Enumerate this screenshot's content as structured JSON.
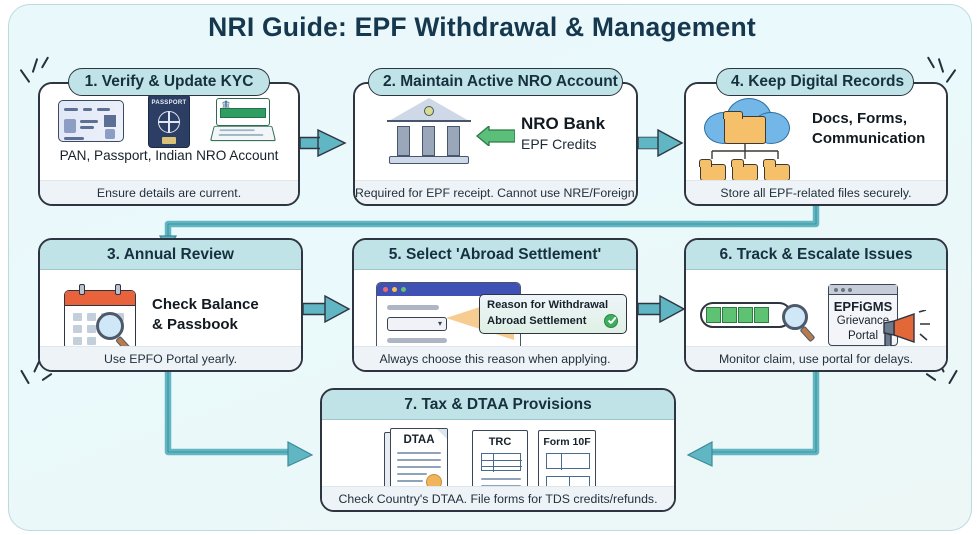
{
  "title": "NRI Guide: EPF Withdrawal & Management",
  "theme": {
    "panel_bg": "#eaf8fb",
    "card_bg": "#ffffff",
    "header_band": "#bfe3e6",
    "arrow": "#61b6c4",
    "title_color": "#16384f",
    "footer_bg": "#eef3f7"
  },
  "cards": {
    "kyc": {
      "title": "1. Verify & Update KYC",
      "caption": "PAN, Passport, Indian NRO Account",
      "footer": "Ensure details are current.",
      "icons": [
        "id-card-icon",
        "passport-icon",
        "passbook-icon"
      ],
      "passport_label": "PASSPORT"
    },
    "nro": {
      "title": "2. Maintain Active NRO Account",
      "headline": "NRO Bank",
      "subline": "EPF Credits",
      "footer": "Required for EPF receipt. Cannot use NRE/Foreign.",
      "icons": [
        "bank-icon",
        "green-arrow-icon"
      ]
    },
    "records": {
      "title": "4. Keep Digital Records",
      "headline_line1": "Docs, Forms,",
      "headline_line2": "Communication",
      "footer": "Store all EPF-related files securely.",
      "icons": [
        "cloud-icon",
        "folder-icon"
      ]
    },
    "review": {
      "title": "3. Annual Review",
      "headline_line1": "Check Balance",
      "headline_line2": "& Passbook",
      "footer": "Use EPFO Portal yearly.",
      "icons": [
        "calendar-icon",
        "magnifier-icon"
      ]
    },
    "abroad": {
      "title": "5. Select 'Abroad Settlement'",
      "callout_label": "Reason for Withdrawal",
      "callout_value": "Abroad Settlement",
      "footer": "Always choose this reason when applying.",
      "icons": [
        "browser-window-icon",
        "dropdown-icon",
        "check-circle-icon"
      ]
    },
    "track": {
      "title": "6. Track & Escalate Issues",
      "portal_line1": "EPFiGMS",
      "portal_line2": "Grievance",
      "portal_line3": "Portal",
      "footer": "Monitor claim, use portal for delays.",
      "icons": [
        "progress-bar-icon",
        "magnifier-icon",
        "portal-window-icon",
        "megaphone-icon"
      ]
    },
    "tax": {
      "title": "7. Tax & DTAA Provisions",
      "doc1": "DTAA",
      "doc2": "TRC",
      "doc3": "Form 10F",
      "footer": "Check Country's DTAA. File forms for TDS credits/refunds.",
      "icons": [
        "document-icon",
        "certificate-icon",
        "form-icon"
      ]
    }
  }
}
